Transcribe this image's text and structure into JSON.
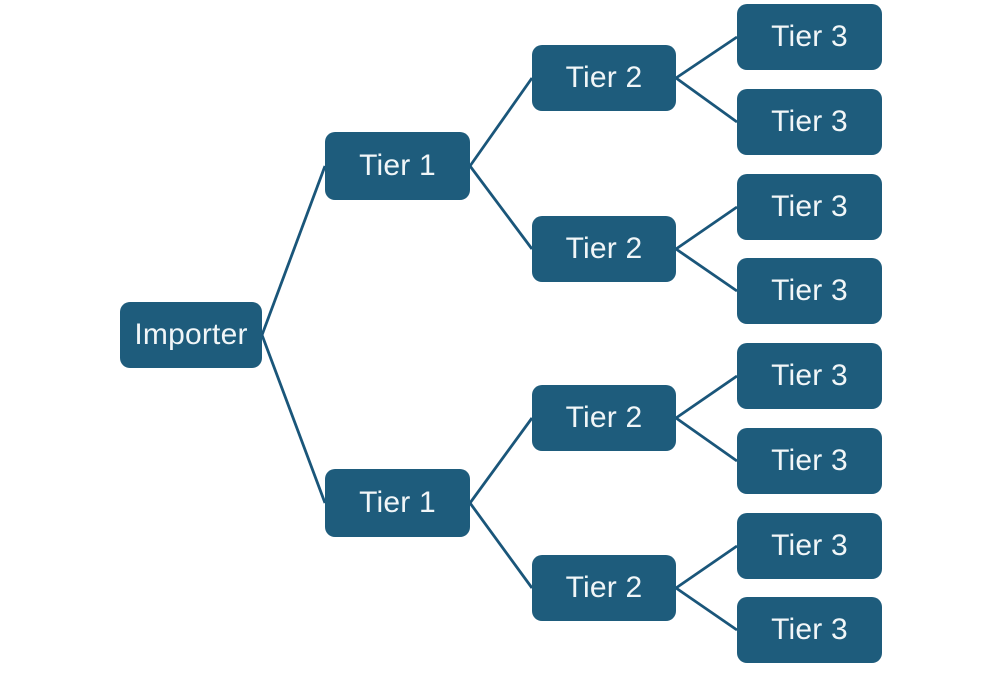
{
  "colors": {
    "node_fill": "#1E5C7C",
    "node_text": "#F1F6F8",
    "edge": "#1A567A",
    "background": "#FFFFFF"
  },
  "nodes": [
    {
      "id": "importer",
      "label": "Importer"
    },
    {
      "id": "tier1-a",
      "label": "Tier 1"
    },
    {
      "id": "tier1-b",
      "label": "Tier 1"
    },
    {
      "id": "tier2-a",
      "label": "Tier 2"
    },
    {
      "id": "tier2-b",
      "label": "Tier 2"
    },
    {
      "id": "tier2-c",
      "label": "Tier 2"
    },
    {
      "id": "tier2-d",
      "label": "Tier 2"
    },
    {
      "id": "tier3-1",
      "label": "Tier 3"
    },
    {
      "id": "tier3-2",
      "label": "Tier 3"
    },
    {
      "id": "tier3-3",
      "label": "Tier 3"
    },
    {
      "id": "tier3-4",
      "label": "Tier 3"
    },
    {
      "id": "tier3-5",
      "label": "Tier 3"
    },
    {
      "id": "tier3-6",
      "label": "Tier 3"
    },
    {
      "id": "tier3-7",
      "label": "Tier 3"
    },
    {
      "id": "tier3-8",
      "label": "Tier 3"
    }
  ],
  "edges": [
    [
      "importer",
      "tier1-a"
    ],
    [
      "importer",
      "tier1-b"
    ],
    [
      "tier1-a",
      "tier2-a"
    ],
    [
      "tier1-a",
      "tier2-b"
    ],
    [
      "tier1-b",
      "tier2-c"
    ],
    [
      "tier1-b",
      "tier2-d"
    ],
    [
      "tier2-a",
      "tier3-1"
    ],
    [
      "tier2-a",
      "tier3-2"
    ],
    [
      "tier2-b",
      "tier3-3"
    ],
    [
      "tier2-b",
      "tier3-4"
    ],
    [
      "tier2-c",
      "tier3-5"
    ],
    [
      "tier2-c",
      "tier3-6"
    ],
    [
      "tier2-d",
      "tier3-7"
    ],
    [
      "tier2-d",
      "tier3-8"
    ]
  ]
}
